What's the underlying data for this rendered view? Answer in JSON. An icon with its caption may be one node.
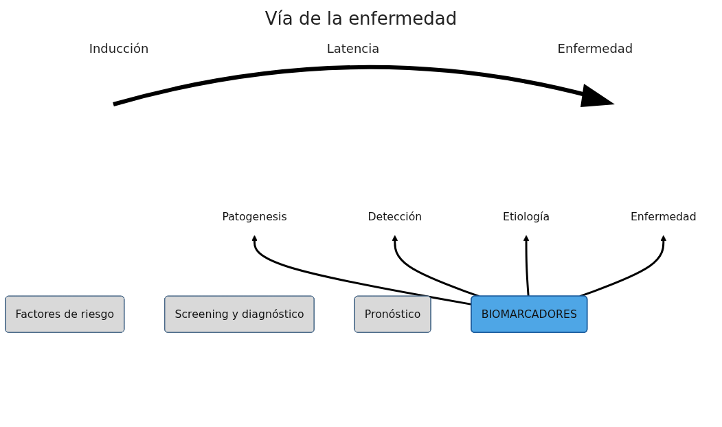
{
  "diagram": {
    "title": "Vía de la enfermedad",
    "nodes": [
      {
        "text": [
          "Factores de riesgo"
        ]
      },
      {
        "text": [
          "Screening y diagnóstico"
        ]
      },
      {
        "text": [
          "Pronóstico"
        ]
      },
      {
        "text": [
          "Patogenesis"
        ]
      },
      {
        "text": [
          "Detección"
        ]
      },
      {
        "text": [
          "BIOMARCADORES"
        ]
      },
      {
        "text": [
          "Etiología"
        ]
      },
      {
        "text": [
          "Enfermedad"
        ]
      }
    ],
    "edges": [
      {
        "from": 5,
        "to": 3,
        "arrow": "to"
      },
      {
        "from": 5,
        "to": 4,
        "arrow": "to"
      },
      {
        "from": 5,
        "to": 6,
        "arrow": "to"
      },
      {
        "from": 5,
        "to": 7,
        "arrow": "to"
      }
    ],
    "labels": [
      "Inducción",
      "Latencia",
      "Enfermedad"
    ]
  }
}
